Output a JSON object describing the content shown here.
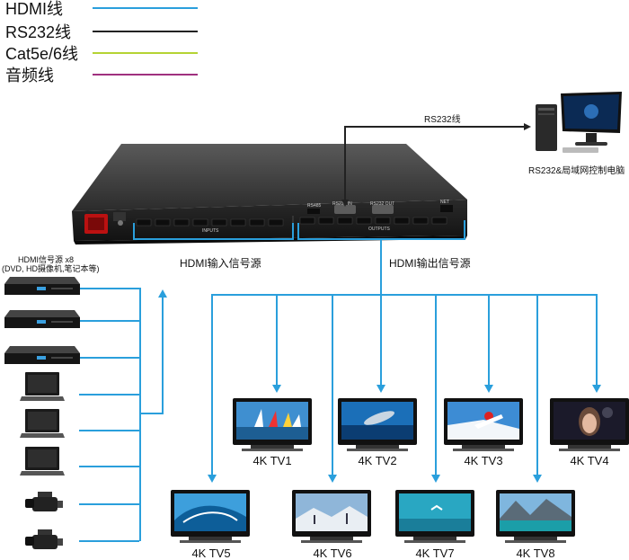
{
  "legend": [
    {
      "label": "HDMI线",
      "color": "#2a9fdc"
    },
    {
      "label": "RS232线",
      "color": "#222222"
    },
    {
      "label": "Cat5e/6线",
      "color": "#b5d334"
    },
    {
      "label": "音频线",
      "color": "#a0307f"
    }
  ],
  "rs232_label": "RS232线",
  "pc_label": "RS232&局域网控制电脑",
  "source_title_line1": "HDMI信号源 x8",
  "source_title_line2": "(DVD, HD摄像机,笔记本等)",
  "input_label": "HDMI输入信号源",
  "output_label": "HDMI输出信号源",
  "switcher_text": {
    "rs232_in": "RS232 IN",
    "rs232_out": "RS232 OUT",
    "rs485": "RS485",
    "net": "NET",
    "inputs": "INPUTS",
    "outputs": "OUTPUTS"
  },
  "tvs": [
    {
      "label": "4K TV1"
    },
    {
      "label": "4K TV2"
    },
    {
      "label": "4K TV3"
    },
    {
      "label": "4K TV4"
    },
    {
      "label": "4K TV5"
    },
    {
      "label": "4K TV6"
    },
    {
      "label": "4K TV7"
    },
    {
      "label": "4K TV8"
    }
  ]
}
